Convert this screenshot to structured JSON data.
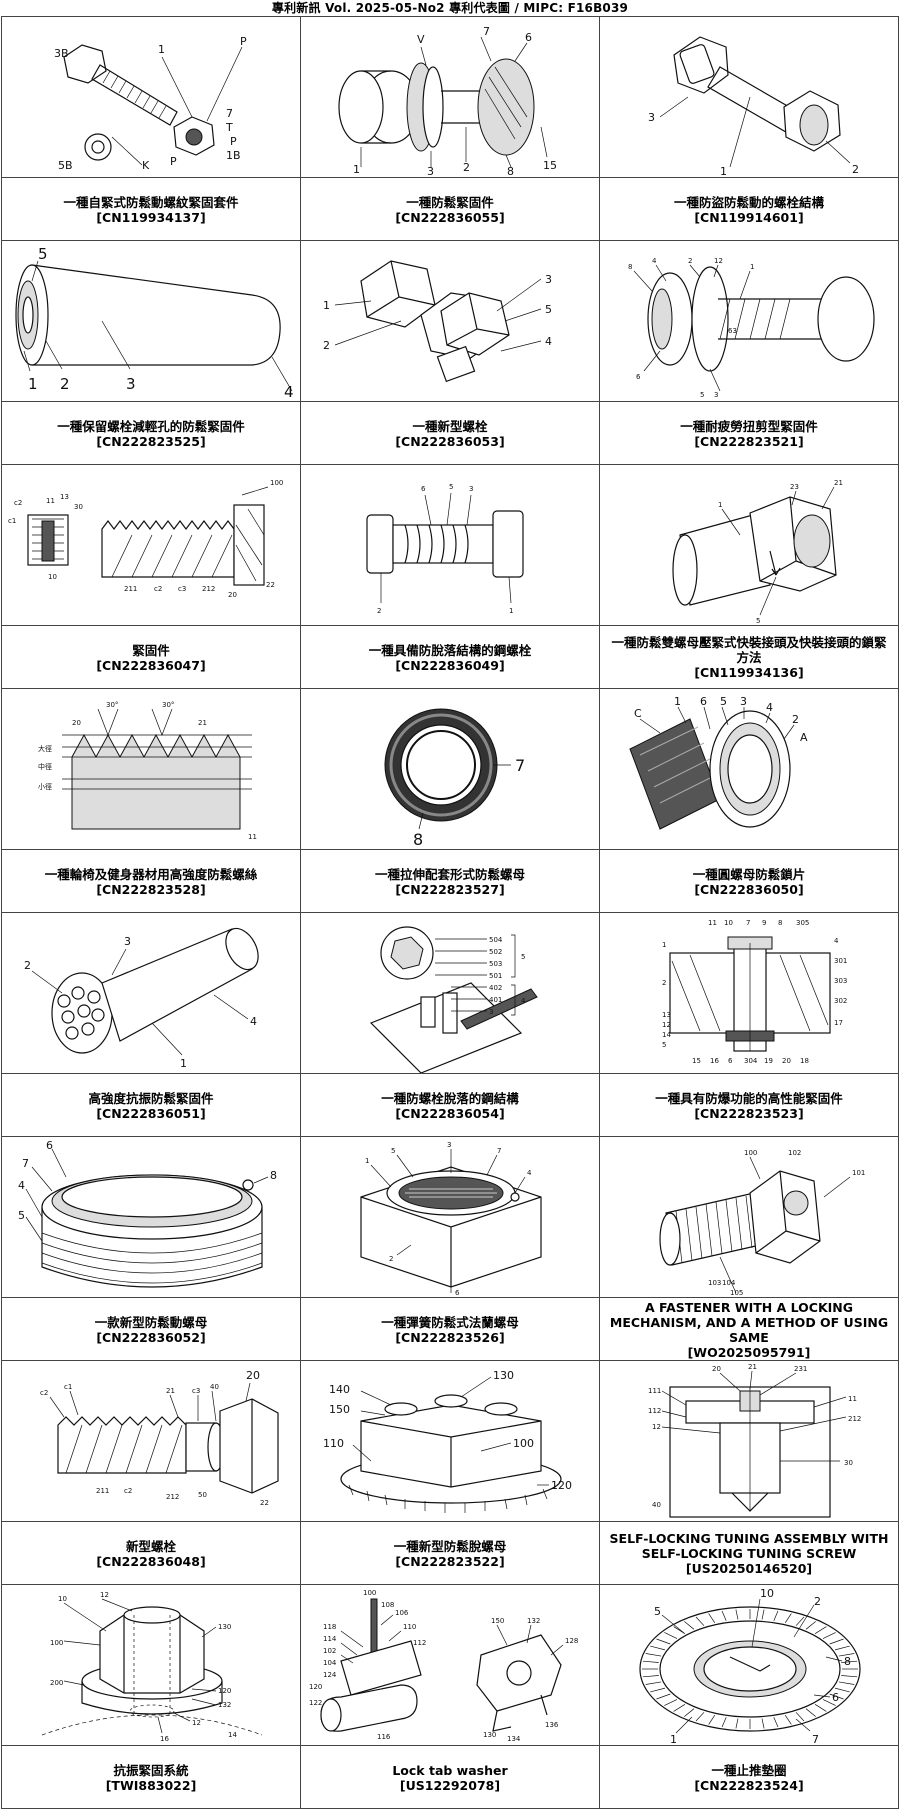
{
  "header": {
    "title": "專利新訊  Vol. 2025-05-No2  專利代表圖  /  MIPC:  F16B039"
  },
  "items": [
    {
      "title": "一種自緊式防鬆動螺紋緊固套件",
      "id": "[CN119934137]",
      "fig": "bolt-nut-washer",
      "labels": [
        "3B",
        "1",
        "P",
        "7",
        "T",
        "P",
        "1B",
        "P",
        "5B",
        "K"
      ]
    },
    {
      "title": "一種防鬆緊固件",
      "id": "[CN222836055]",
      "fig": "washer-stack",
      "labels": [
        "V",
        "7",
        "6",
        "1",
        "3",
        "2",
        "8",
        "15"
      ]
    },
    {
      "title": "一種防盜防鬆動的螺栓結構",
      "id": "[CN119914601]",
      "fig": "antitheft-bolt",
      "labels": [
        "3",
        "1",
        "2"
      ]
    },
    {
      "title": "一種保留螺栓減輕孔的防鬆緊固件",
      "id": "[CN222823525]",
      "fig": "cylinder",
      "labels": [
        "5",
        "1",
        "2",
        "3",
        "4"
      ]
    },
    {
      "title": "一種新型螺栓",
      "id": "[CN222836053]",
      "fig": "two-hex",
      "labels": [
        "1",
        "2",
        "3",
        "5",
        "4"
      ]
    },
    {
      "title": "一種耐疲勞扭剪型緊固件",
      "id": "[CN222823521]",
      "fig": "shear-bolt",
      "labels": [
        "8",
        "4",
        "2",
        "12",
        "1",
        "63",
        "6",
        "3",
        "5"
      ]
    },
    {
      "title": "緊固件",
      "id": "[CN222836047]",
      "fig": "thread-section",
      "labels": [
        "c2",
        "c1",
        "11",
        "13",
        "30",
        "10",
        "211",
        "c2",
        "c3",
        "212",
        "20",
        "22",
        "100"
      ]
    },
    {
      "title": "一種具備防脫落結構的鋼螺栓",
      "id": "[CN222836049]",
      "fig": "spring-bolt",
      "labels": [
        "6",
        "5",
        "3",
        "2",
        "1"
      ]
    },
    {
      "title": "一種防鬆雙螺母壓緊式快裝接頭及快裝接頭的鎖緊方法",
      "id": "[CN119934136]",
      "fig": "double-nut",
      "labels": [
        "23",
        "21",
        "1",
        "5"
      ]
    },
    {
      "title": "一種輪椅及健身器材用高強度防鬆螺絲",
      "id": "[CN222823528]",
      "fig": "thread-profile",
      "labels": [
        "30°",
        "30°",
        "20",
        "21",
        "大徑",
        "中徑",
        "小徑",
        "11"
      ]
    },
    {
      "title": "一種拉伸配套形式防鬆螺母",
      "id": "[CN222823527]",
      "fig": "ring-nut",
      "labels": [
        "7",
        "8"
      ]
    },
    {
      "title": "一種圓螺母防鬆鎖片",
      "id": "[CN222836050]",
      "fig": "round-nut",
      "labels": [
        "C",
        "1",
        "6",
        "5",
        "3",
        "4",
        "2",
        "A"
      ]
    },
    {
      "title": "高強度抗振防鬆緊固件",
      "id": "[CN222836051]",
      "fig": "rod-pins",
      "labels": [
        "2",
        "3",
        "4",
        "1"
      ]
    },
    {
      "title": "一種防螺栓脫落的鋼結構",
      "id": "[CN222836054]",
      "fig": "steel-structure",
      "labels": [
        "504",
        "502",
        "503",
        "501",
        "402",
        "401",
        "3",
        "5",
        "4"
      ]
    },
    {
      "title": "一種具有防爆功能的高性能緊固件",
      "id": "[CN222823523]",
      "fig": "explosion-section",
      "labels": [
        "11",
        "10",
        "7",
        "9",
        "8",
        "305",
        "1",
        "4",
        "301",
        "2",
        "303",
        "302",
        "13",
        "12",
        "14",
        "5",
        "17",
        "15",
        "16",
        "6",
        "304",
        "19",
        "20",
        "18"
      ]
    },
    {
      "title": "一款新型防鬆動螺母",
      "id": "[CN222836052]",
      "fig": "large-nut",
      "labels": [
        "6",
        "7",
        "4",
        "5",
        "8"
      ]
    },
    {
      "title": "一種彈簧防鬆式法蘭螺母",
      "id": "[CN222823526]",
      "fig": "flange-nut",
      "labels": [
        "5",
        "3",
        "7",
        "4",
        "1",
        "2",
        "6"
      ]
    },
    {
      "title": "A FASTENER WITH A LOCKING MECHANISM, AND A METHOD OF USING SAME",
      "id": "[WO2025095791]",
      "fig": "locking-bolt",
      "labels": [
        "100",
        "102",
        "101",
        "103",
        "104",
        "105"
      ]
    },
    {
      "title": "新型螺栓",
      "id": "[CN222836048]",
      "fig": "thread-bolt",
      "labels": [
        "c2",
        "c1",
        "21",
        "c3",
        "40",
        "20",
        "211",
        "c2",
        "212",
        "50",
        "22"
      ]
    },
    {
      "title": "一種新型防鬆脫螺母",
      "id": "[CN222823522]",
      "fig": "hex-base",
      "labels": [
        "140",
        "150",
        "130",
        "100",
        "110",
        "120"
      ]
    },
    {
      "title": "SELF-LOCKING TUNING ASSEMBLY WITH SELF-LOCKING TUNING SCREW",
      "id": "[US20250146520]",
      "fig": "tuning-section",
      "labels": [
        "20",
        "21",
        "231",
        "111",
        "11",
        "112",
        "212",
        "12",
        "30",
        "40"
      ]
    },
    {
      "title": "抗振緊固系統",
      "id": "[TWI883022]",
      "fig": "antivibration",
      "labels": [
        "10",
        "12",
        "130",
        "100",
        "200",
        "120",
        "132",
        "16",
        "12",
        "14"
      ]
    },
    {
      "title": "Lock tab washer",
      "id": "[US12292078]",
      "fig": "lock-tab",
      "labels": [
        "100",
        "108",
        "106",
        "110",
        "112",
        "118",
        "114",
        "102",
        "104",
        "122",
        "116",
        "124",
        "120",
        "150",
        "132",
        "128",
        "130",
        "134",
        "136"
      ]
    },
    {
      "title": "一種止推墊圈",
      "id": "[CN222823524]",
      "fig": "thrust-washer",
      "labels": [
        "5",
        "10",
        "2",
        "8",
        "6",
        "1",
        "7"
      ]
    }
  ]
}
